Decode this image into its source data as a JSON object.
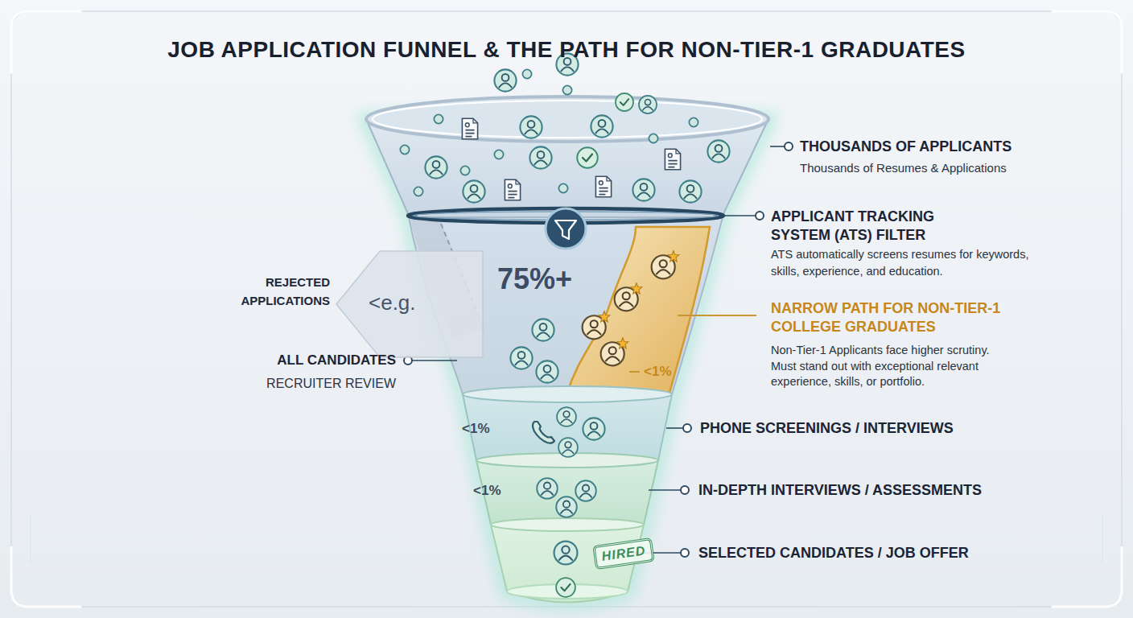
{
  "diagram": {
    "title": "JOB APPLICATION FUNNEL & THE PATH FOR NON-TIER-1 GRADUATES",
    "nodes": [
      {
        "text": [
          "REJECTED APPLICATIONS",
          "<e.g.",
          "75%+"
        ]
      },
      {
        "text": [
          "HIRED"
        ]
      }
    ],
    "labels": [
      "THOUSANDS OF APPLICANTS",
      "Thousands of Resumes & Applications",
      "APPLICANT TRACKING SYSTEM (ATS) FILTER",
      "ATS automatically screens resumes for keywords, skills, experience, and education.",
      "ALL CANDIDATES",
      "RECRUITER REVIEW",
      "NARROW PATH FOR NON-TIER-1 COLLEGE GRADUATES",
      "Non-Tier-1 Applicants face higher scrutiny. Must stand out with exceptional relevant experience, skills, or portfolio.",
      "<1%",
      "<1%",
      "PHONE SCREENINGS / INTERVIEWS",
      "<1%",
      "IN-DEPTH INTERVIEWS / ASSESSMENTS",
      "SELECTED CANDIDATES / JOB OFFER"
    ]
  }
}
